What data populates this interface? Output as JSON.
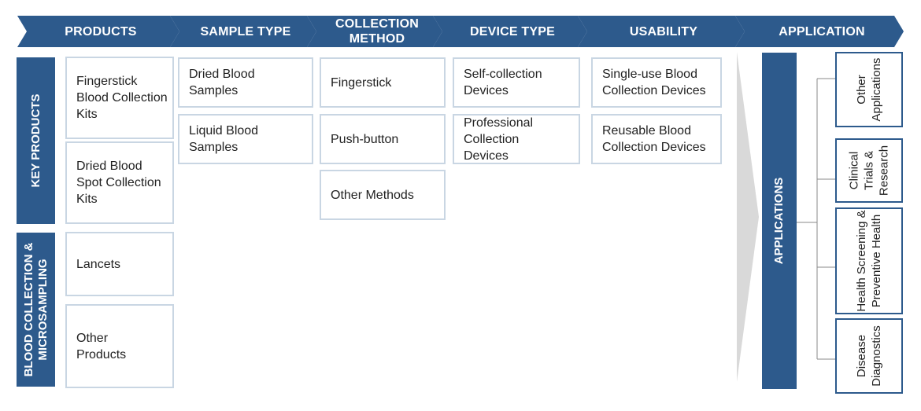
{
  "header": {
    "steps": [
      "PRODUCTS",
      "SAMPLE TYPE",
      "COLLECTION METHOD",
      "DEVICE TYPE",
      "USABILITY",
      "APPLICATION"
    ]
  },
  "side_labels": {
    "key_products": "KEY PRODUCTS",
    "blood_collection": "BLOOD COLLECTION & MICROSAMPLING"
  },
  "products": [
    "Fingerstick Blood Collection Kits",
    "Dried Blood Spot Collection Kits",
    "Lancets",
    "Other Products"
  ],
  "sample_types": [
    "Dried Blood Samples",
    "Liquid Blood Samples"
  ],
  "collection_methods": [
    "Fingerstick",
    "Push-button",
    "Other Methods"
  ],
  "device_types": [
    "Self-collection Devices",
    "Professional Collection Devices"
  ],
  "usability": [
    "Single-use Blood Collection Devices",
    "Reusable Blood Collection Devices"
  ],
  "applications_label": "APPLICATIONS",
  "applications": [
    "Other Applications",
    "Clinical Trials & Research",
    "Health Screening & Preventive Health",
    "Disease Diagnostics"
  ],
  "colors": {
    "primary": "#2d5a8c",
    "box_border": "#c9d6e3",
    "funnel": "#d9d9d9"
  }
}
